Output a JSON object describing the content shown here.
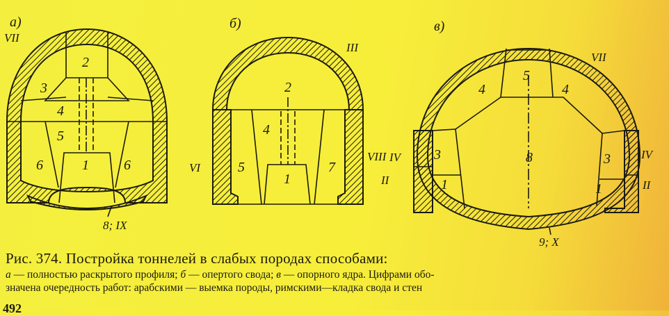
{
  "panels": {
    "a": {
      "letter": "а)",
      "labels": {
        "n2": "2",
        "n3": "3",
        "n4": "4",
        "n5": "5",
        "n6l": "6",
        "n6r": "6",
        "n1": "1",
        "r7": "VII",
        "r8": "8; IX"
      }
    },
    "b": {
      "letter": "б)",
      "labels": {
        "n2": "2",
        "n4": "4",
        "n5": "5",
        "n1": "1",
        "n7": "7",
        "r3": "III",
        "r6": "VI",
        "r8": "VIII"
      }
    },
    "c": {
      "letter": "в)",
      "labels": {
        "n5": "5",
        "n4l": "4",
        "n4r": "4",
        "n8": "8",
        "n3l": "3",
        "n3r": "3",
        "n1l": "1",
        "n1r": "1",
        "r7": "VII",
        "r4l": "IV",
        "r4r": "IV",
        "r2l": "II",
        "r2r": "II",
        "r9": "9; X"
      }
    }
  },
  "caption": {
    "title": "Рис. 374. Постройка тоннелей в слабых породах способами:",
    "a_letter": "а",
    "a_text": " — полностью раскрытого профиля; ",
    "b_letter": "б",
    "b_text": " — опертого свода; ",
    "c_letter": "в",
    "c_text": " — опорного ядра. Цифрами обо-",
    "line2": "значена очередность работ: арабскими — выемка породы, римскими—кладка свода и стен",
    "page_number": "492"
  },
  "colors": {
    "ink": "#1a1a10",
    "background": "#f4ef3e"
  }
}
